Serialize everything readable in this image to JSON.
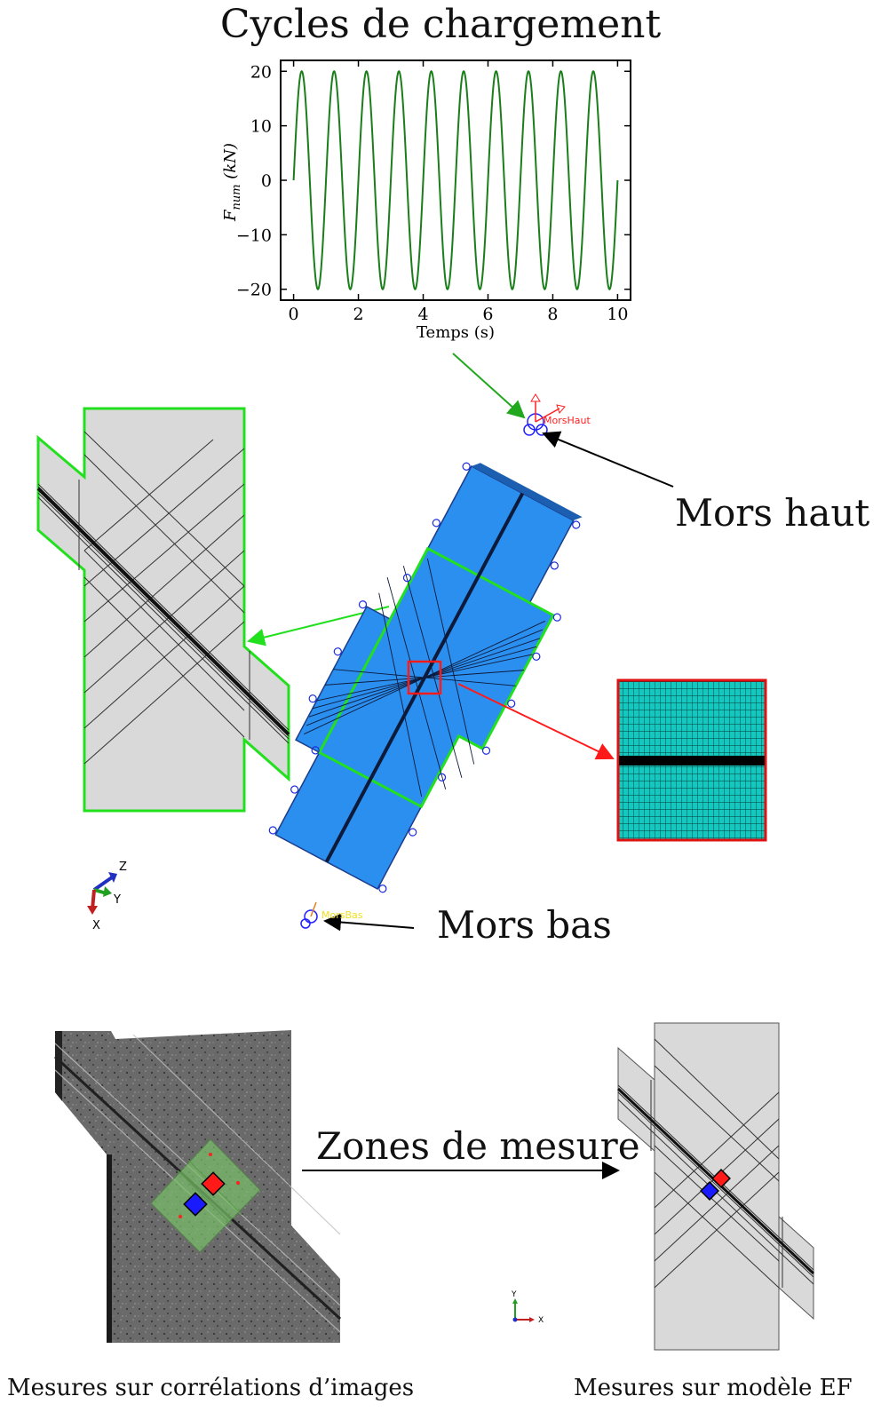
{
  "chart": {
    "title": "Cycles de chargement",
    "ylabel": "F_num (kN)",
    "xlabel": "Temps (s)",
    "xticks": [
      "0",
      "2",
      "4",
      "6",
      "8",
      "10"
    ],
    "yticks": [
      "20",
      "10",
      "0",
      "−10",
      "−20"
    ]
  },
  "chart_data": {
    "type": "line",
    "title": "Cycles de chargement",
    "xlabel": "Temps (s)",
    "ylabel": "F_num (kN)",
    "xlim": [
      -0.4,
      10.4
    ],
    "ylim": [
      -22,
      22
    ],
    "series": [
      {
        "color": "#1a7f1a",
        "function": "20*sin(2*pi*t)",
        "amplitude": 20,
        "period": 1,
        "t_start": 0,
        "t_end": 10
      }
    ]
  },
  "labels": {
    "mors_haut": "Mors haut",
    "mors_bas": "Mors bas",
    "zones_de_mesure": "Zones de mesure",
    "caption_left": "Mesures sur corrélations d’images",
    "caption_right": "Mesures sur modèle EF",
    "morshaut_tag": "MorsHaut",
    "morsbas_tag": "MorsBas"
  },
  "axes_triad": {
    "z": "Z",
    "y": "Y",
    "x": "X"
  },
  "axes_small": {
    "y": "Y",
    "x": "X"
  },
  "colors": {
    "curve": "#1a7f1a",
    "specimen_blue": "#2b8ff0",
    "outline_green": "#22e01e",
    "mesh_cyan": "#14c8c0",
    "zone_red": "#ff1a1a",
    "zone_blue": "#1a1aff",
    "gray_panel": "#d9d9d9"
  }
}
